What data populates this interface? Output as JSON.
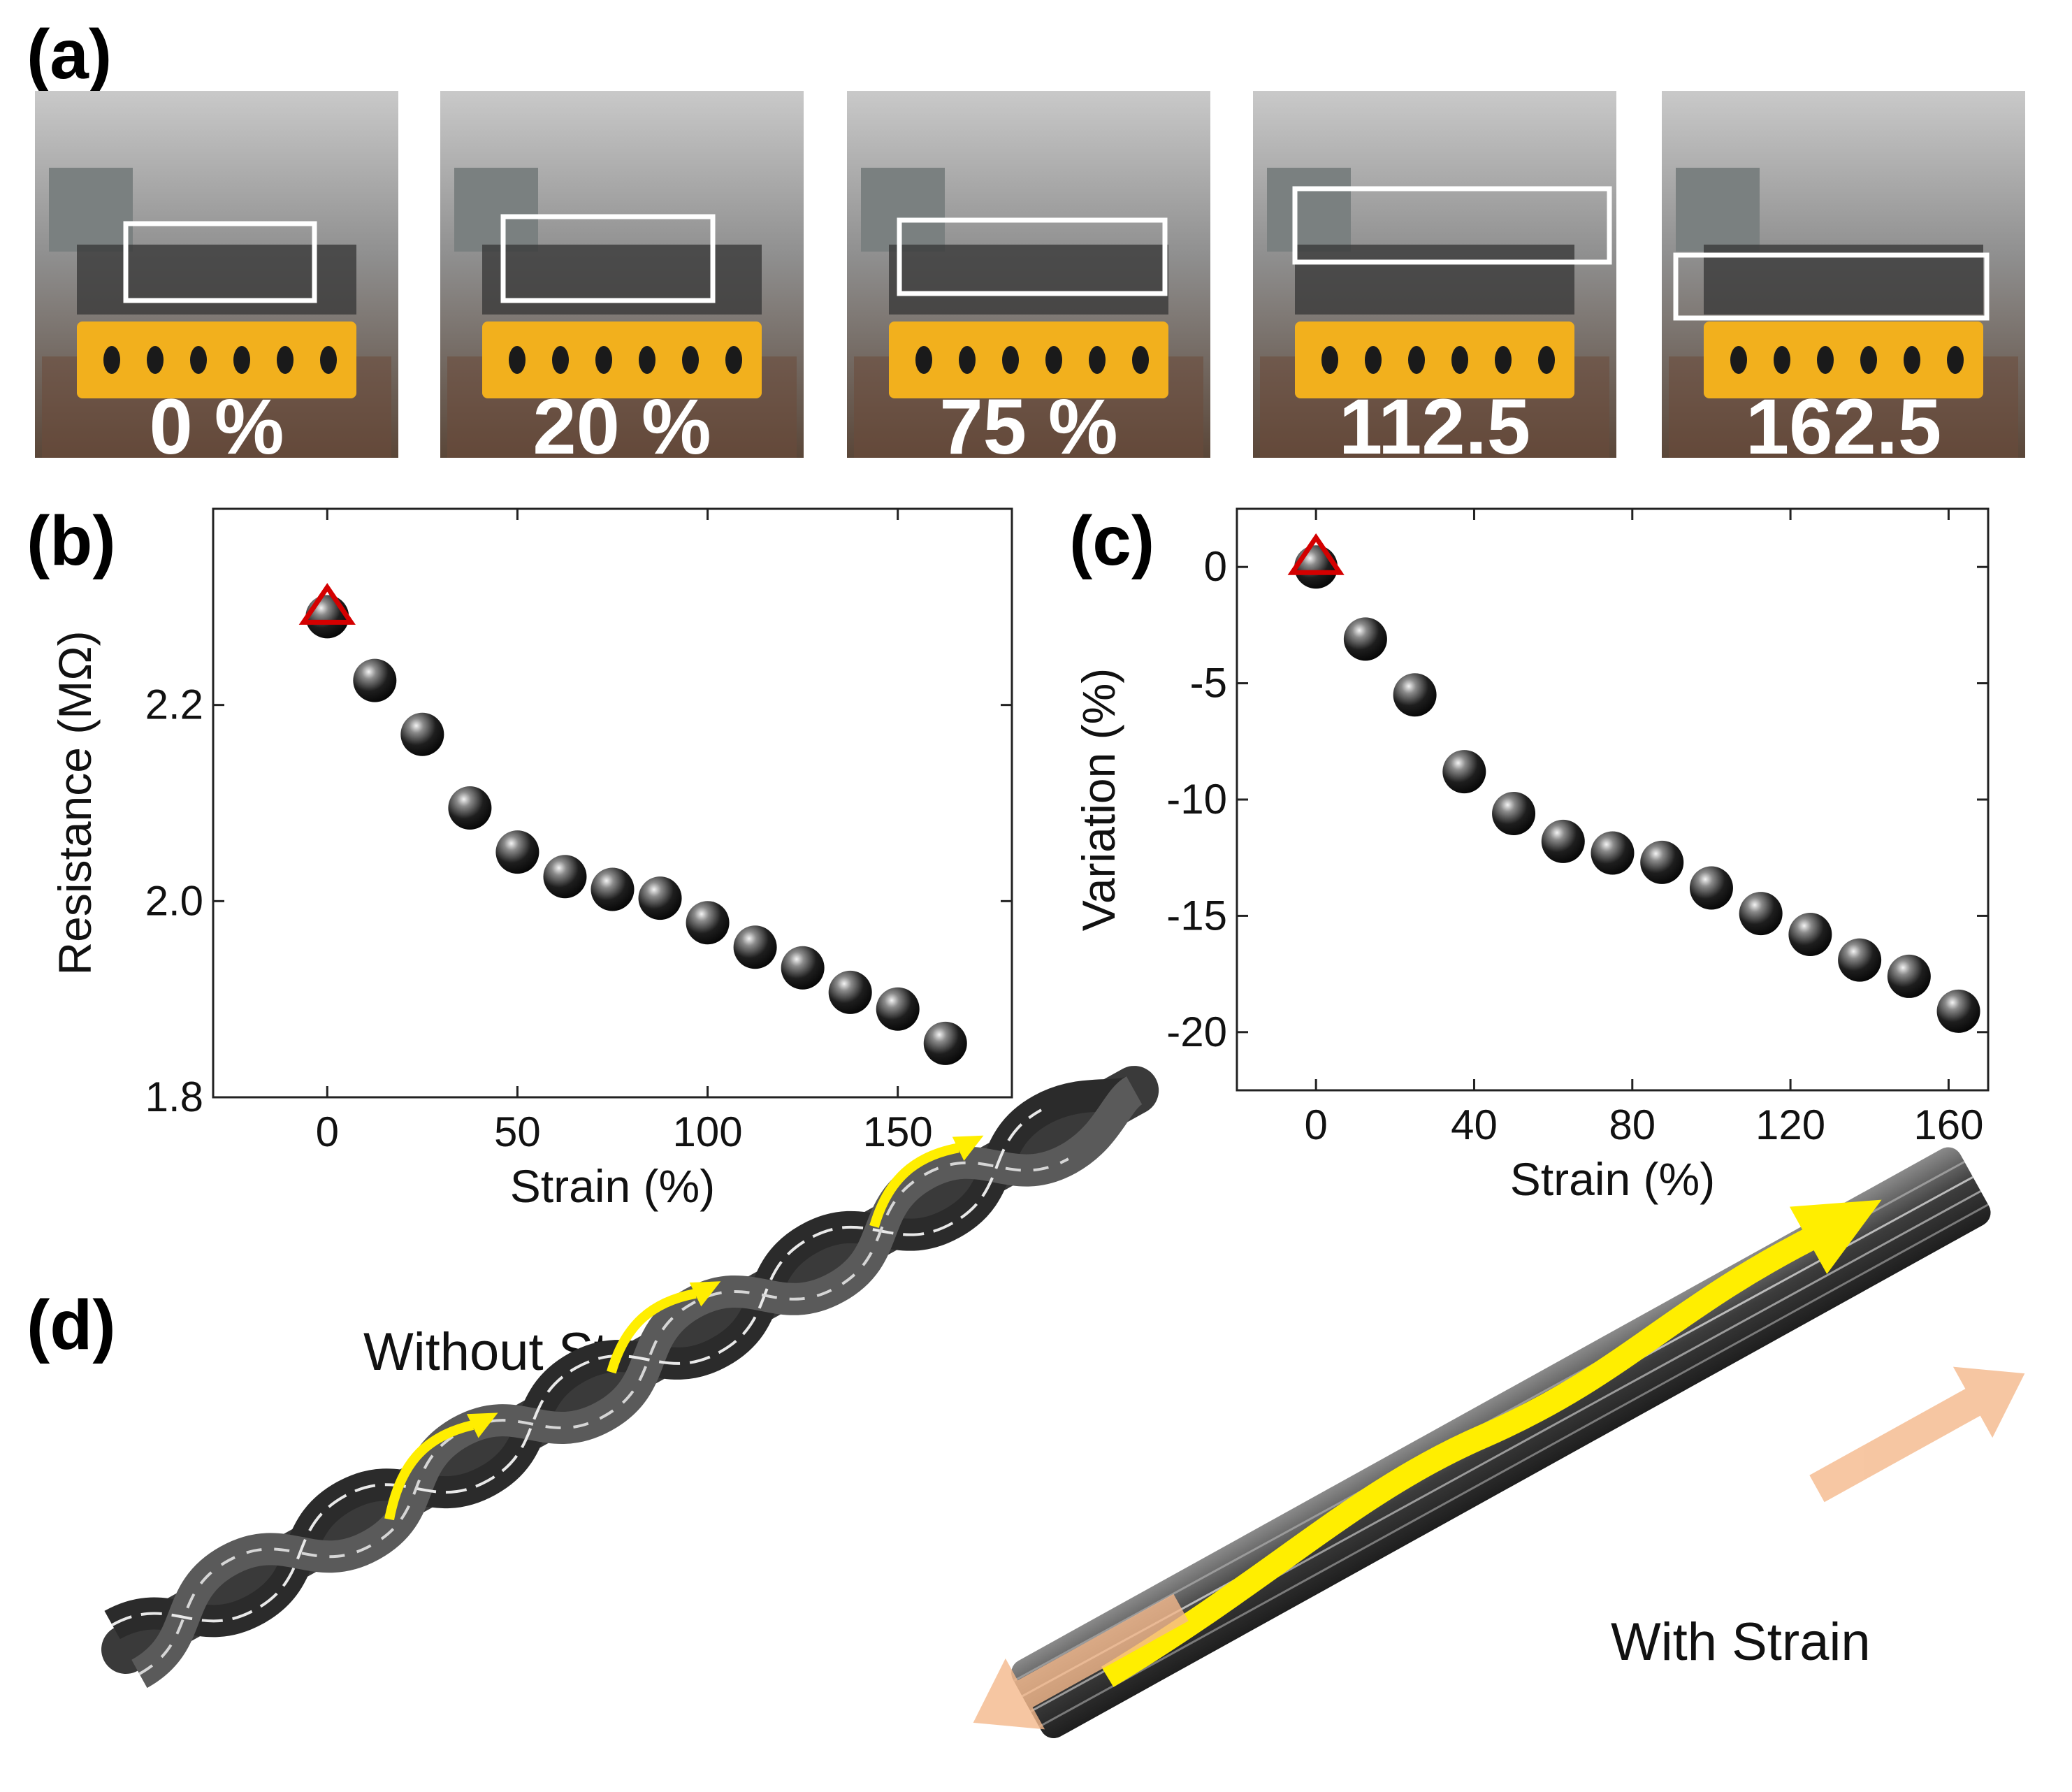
{
  "panels": {
    "a": "(a)",
    "b": "(b)",
    "c": "(c)",
    "d": "(d)"
  },
  "photos": [
    {
      "strain_label": "0 %"
    },
    {
      "strain_label": "20 %"
    },
    {
      "strain_label": "75 %"
    },
    {
      "strain_label": "112.5"
    },
    {
      "strain_label": "162.5"
    }
  ],
  "diagram": {
    "left_label": "Without Strain",
    "right_label": "With Strain",
    "path_color": "#ffee00",
    "force_color": "#f5b98c"
  },
  "colors": {
    "marker_fill": "#111111",
    "marker_highlight": "#f4f4f4",
    "first_point_marker": "#d40000"
  },
  "chart_data": [
    {
      "panel": "b",
      "type": "scatter",
      "xlabel": "Strain (%)",
      "ylabel": "Resistance (MΩ)",
      "xlim": [
        -30,
        180
      ],
      "ylim": [
        1.8,
        2.4
      ],
      "xticks": [
        0,
        50,
        100,
        150
      ],
      "xtick_labels": [
        "0",
        "50",
        "100",
        "150"
      ],
      "yticks": [
        1.8,
        2.0,
        2.2
      ],
      "ytick_labels": [
        "1.8",
        "2.0",
        "2.2"
      ],
      "grid": false,
      "first_point_marker": "open-triangle",
      "x": [
        0,
        12.5,
        25,
        37.5,
        50,
        62.5,
        75,
        87.5,
        100,
        112.5,
        125,
        137.5,
        150,
        162.5
      ],
      "y": [
        2.29,
        2.225,
        2.17,
        2.095,
        2.05,
        2.025,
        2.012,
        2.003,
        1.978,
        1.953,
        1.932,
        1.907,
        1.89,
        1.855
      ]
    },
    {
      "panel": "c",
      "type": "scatter",
      "xlabel": "Strain (%)",
      "ylabel": "Variation (%)",
      "xlim": [
        -20,
        170
      ],
      "ylim": [
        -22.5,
        2.5
      ],
      "xticks": [
        0,
        40,
        80,
        120,
        160
      ],
      "xtick_labels": [
        "0",
        "40",
        "80",
        "120",
        "160"
      ],
      "yticks": [
        0,
        -5,
        -10,
        -15,
        -20
      ],
      "ytick_labels": [
        "0",
        "-5",
        "-10",
        "-15",
        "-20"
      ],
      "grid": false,
      "first_point_marker": "open-triangle",
      "x": [
        0,
        12.5,
        25,
        37.5,
        50,
        62.5,
        75,
        87.5,
        100,
        112.5,
        125,
        137.5,
        150,
        162.5
      ],
      "y": [
        0,
        -3.1,
        -5.5,
        -8.8,
        -10.6,
        -11.8,
        -12.3,
        -12.7,
        -13.8,
        -14.9,
        -15.8,
        -16.9,
        -17.6,
        -19.1
      ]
    }
  ]
}
